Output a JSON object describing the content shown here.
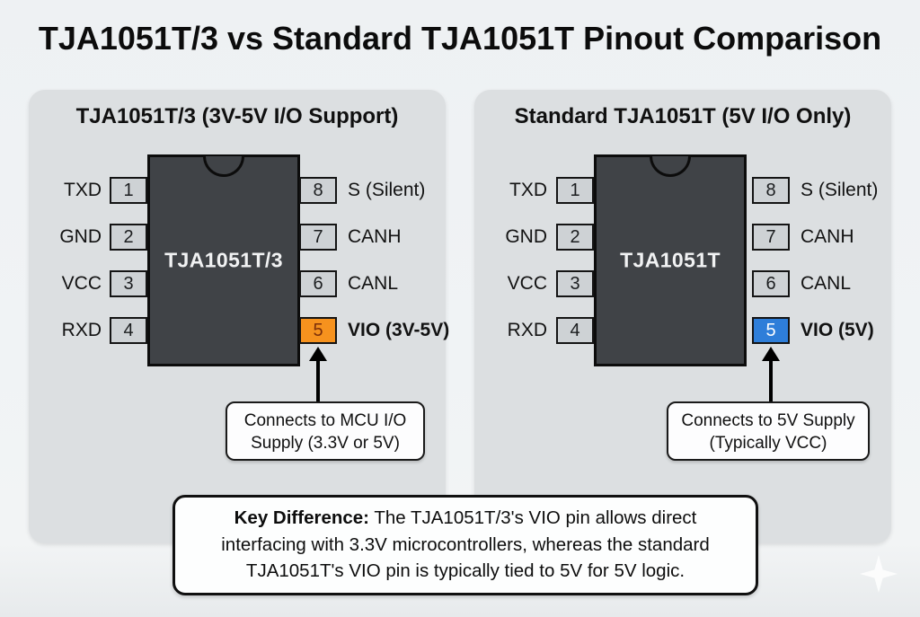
{
  "title": "TJA1051T/3 vs Standard TJA1051T Pinout Comparison",
  "colors": {
    "vio_left_bg": "#f6921e",
    "vio_left_text": "#7a2e0a",
    "vio_right_bg": "#2e7ed9",
    "vio_right_text": "#ffffff",
    "chip_body": "#404347",
    "pin_box": "#ced2d5",
    "panel_bg": "#dcdfe1"
  },
  "panels": [
    {
      "title": "TJA1051T/3 (3V-5V I/O Support)",
      "chip_label": "TJA1051T/3",
      "pins_left": [
        {
          "num": "1",
          "label": "TXD"
        },
        {
          "num": "2",
          "label": "GND"
        },
        {
          "num": "3",
          "label": "VCC"
        },
        {
          "num": "4",
          "label": "RXD"
        }
      ],
      "pins_right": [
        {
          "num": "8",
          "label": "S (Silent)"
        },
        {
          "num": "7",
          "label": "CANH"
        },
        {
          "num": "6",
          "label": "CANL"
        },
        {
          "num": "5",
          "label": "VIO (3V-5V)",
          "highlighted": true
        }
      ],
      "callout": {
        "line1": "Connects to MCU I/O",
        "line2": "Supply (3.3V or 5V)"
      }
    },
    {
      "title": "Standard TJA1051T (5V I/O Only)",
      "chip_label": "TJA1051T",
      "pins_left": [
        {
          "num": "1",
          "label": "TXD"
        },
        {
          "num": "2",
          "label": "GND"
        },
        {
          "num": "3",
          "label": "VCC"
        },
        {
          "num": "4",
          "label": "RXD"
        }
      ],
      "pins_right": [
        {
          "num": "8",
          "label": "S (Silent)"
        },
        {
          "num": "7",
          "label": "CANH"
        },
        {
          "num": "6",
          "label": "CANL"
        },
        {
          "num": "5",
          "label": "VIO (5V)",
          "highlighted": true
        }
      ],
      "callout": {
        "line1": "Connects to 5V Supply",
        "line2": "(Typically VCC)"
      }
    }
  ],
  "key_note": {
    "bold": "Key Difference:",
    "line1_rest": " The TJA1051T/3's VIO pin allows direct",
    "line2": "interfacing with 3.3V microcontrollers, whereas the standard",
    "line3": "TJA1051T's VIO pin is typically tied to 5V for 5V logic."
  }
}
